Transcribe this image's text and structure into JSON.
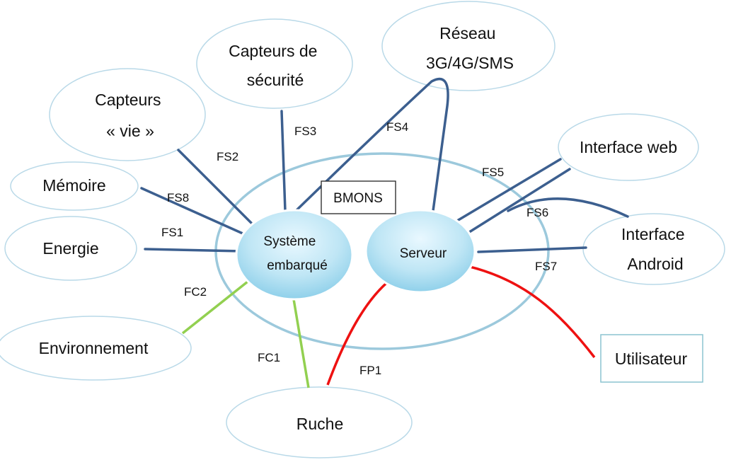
{
  "diagram": {
    "nodes": {
      "reseau": [
        "Réseau",
        "3G/4G/SMS"
      ],
      "capteurs_securite": [
        "Capteurs de",
        "sécurité"
      ],
      "capteurs_vie": [
        "Capteurs",
        "« vie »"
      ],
      "memoire": "Mémoire",
      "energie": "Energie",
      "environnement": "Environnement",
      "ruche": "Ruche",
      "interface_web": "Interface web",
      "interface_android": [
        "Interface",
        "Android"
      ],
      "utilisateur": "Utilisateur"
    },
    "system": {
      "boundary_label": "BMONS",
      "embedded": [
        "Système",
        "embarqué"
      ],
      "server": "Serveur"
    },
    "links": {
      "fs1": "FS1",
      "fs2": "FS2",
      "fs3": "FS3",
      "fs4": "FS4",
      "fs5": "FS5",
      "fs6": "FS6",
      "fs7": "FS7",
      "fs8": "FS8",
      "fc1": "FC1",
      "fc2": "FC2",
      "fp1": "FP1"
    },
    "colors": {
      "fs_link": "#3c5f8f",
      "fc_link": "#92d050",
      "fp_link": "#ee1111",
      "node_border": "#b9d9e8",
      "system_fill": "#bfe6f5"
    }
  }
}
